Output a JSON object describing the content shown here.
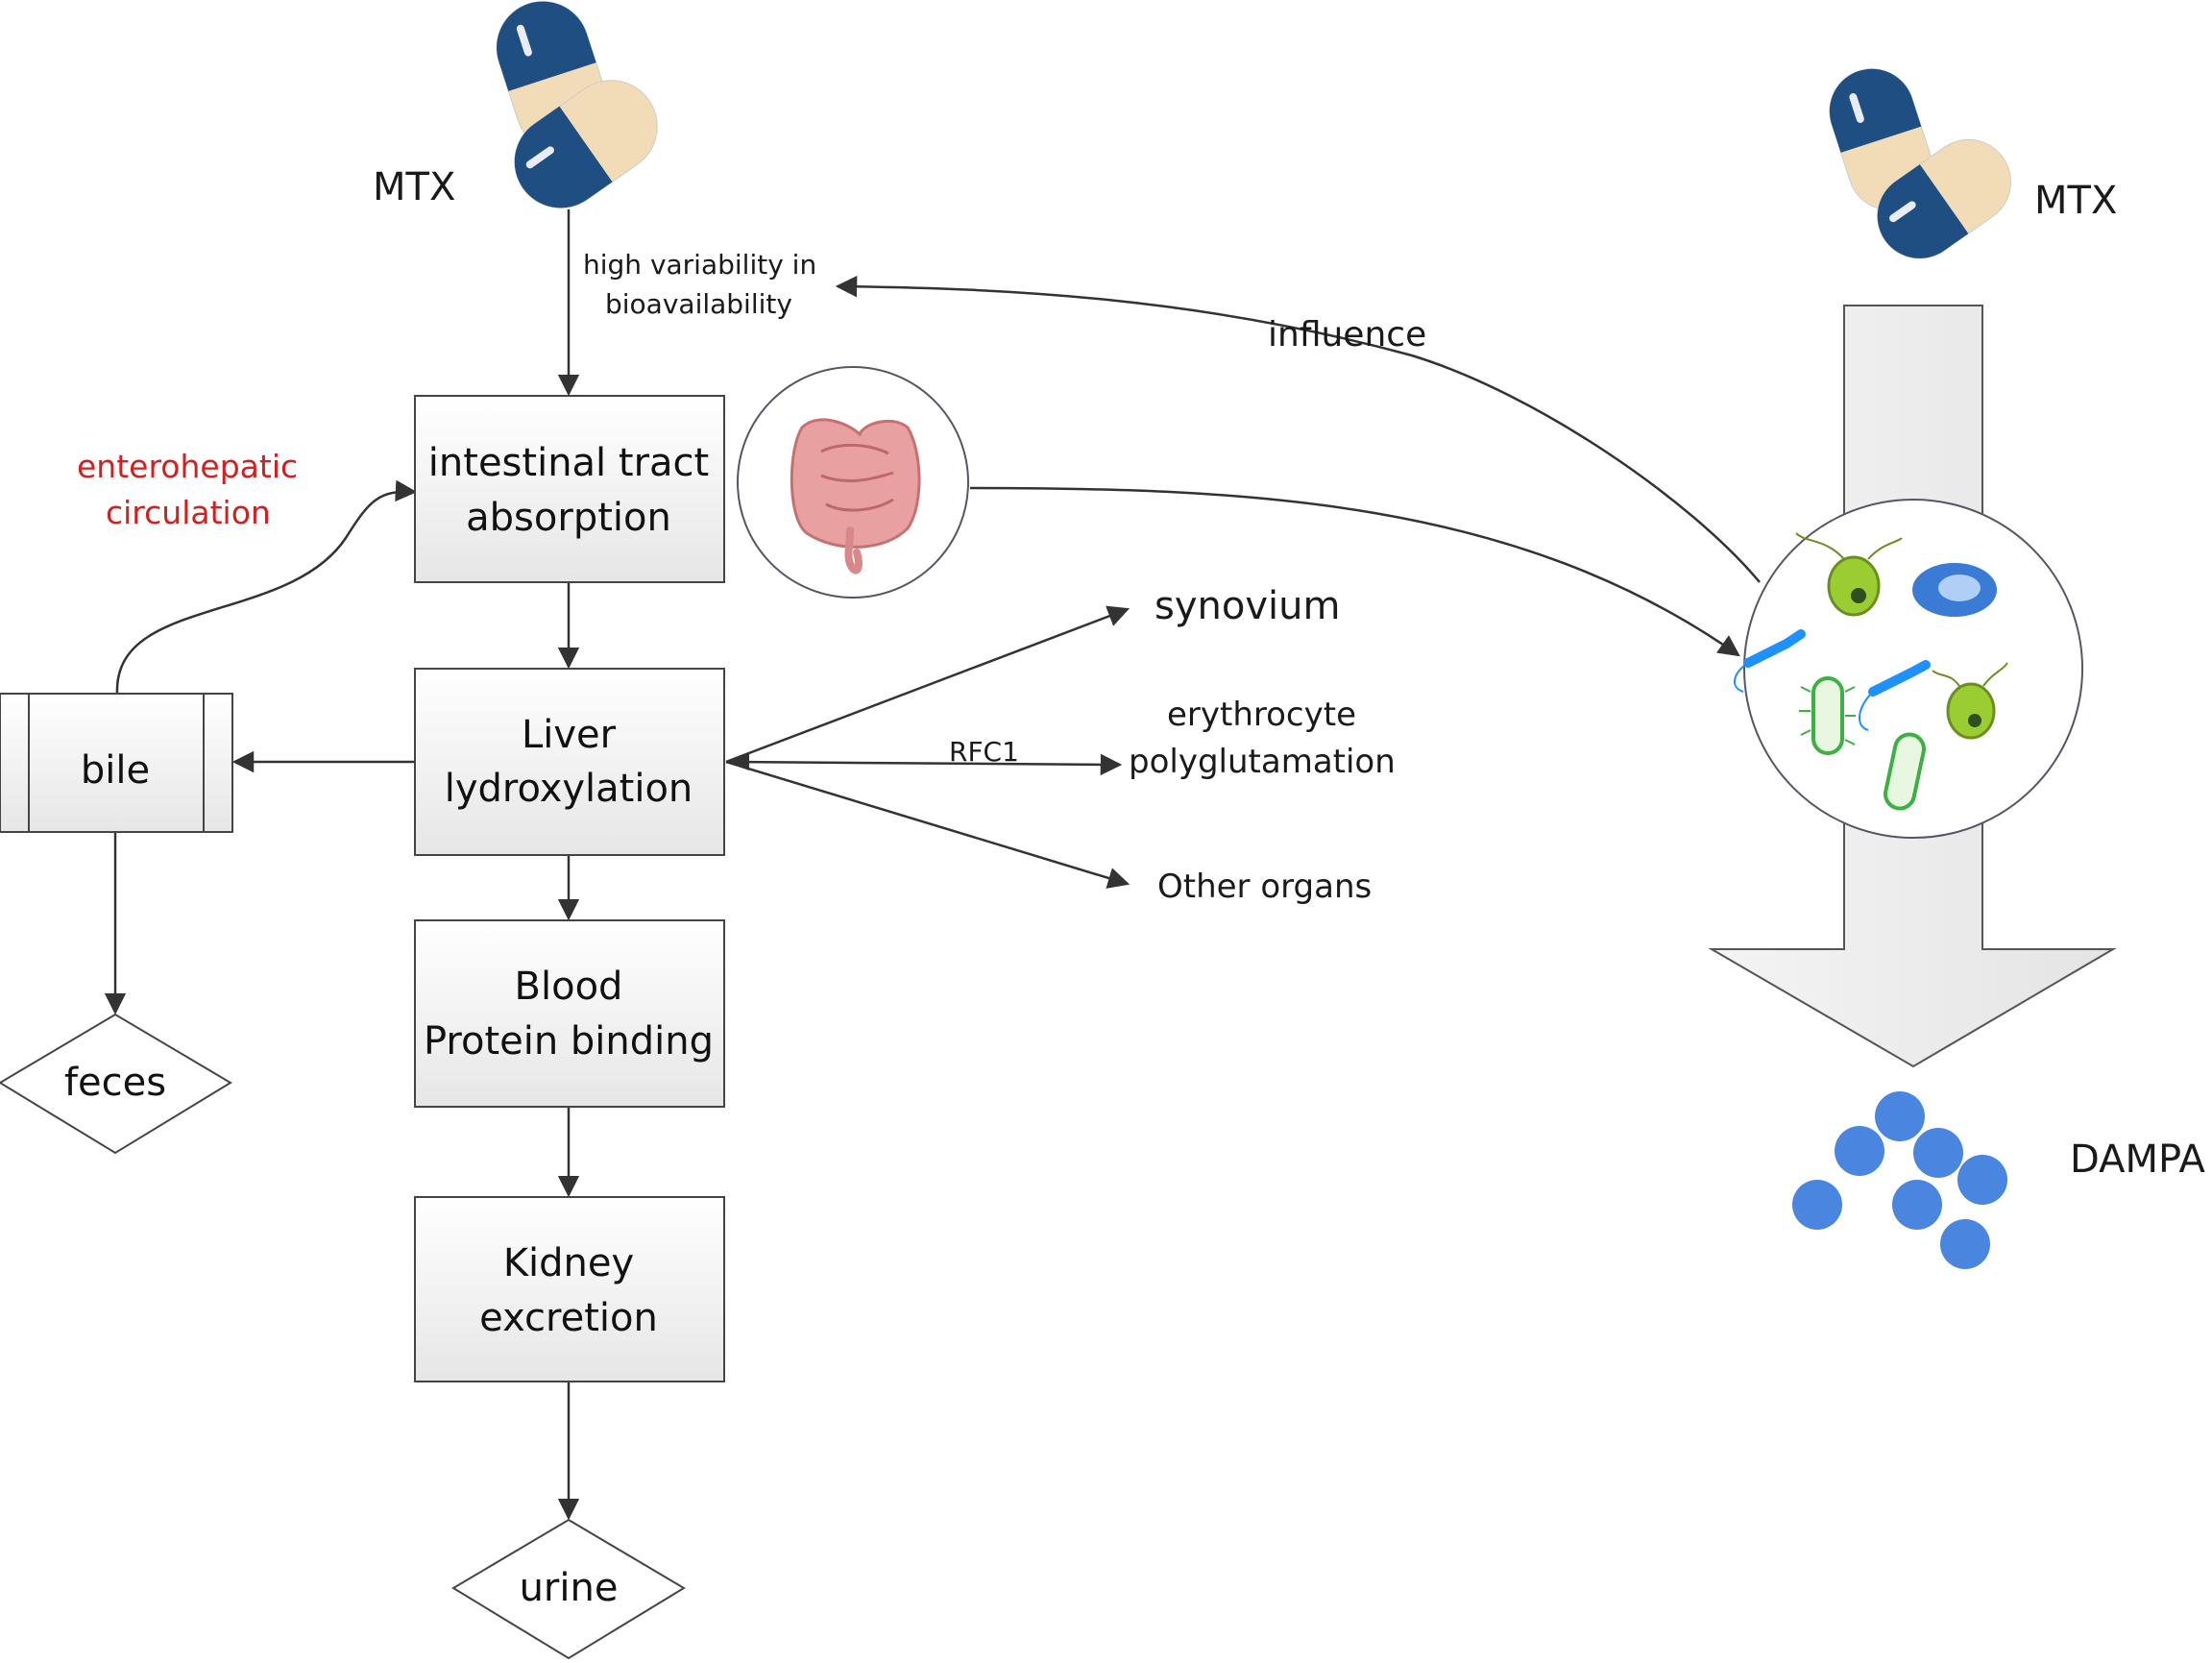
{
  "drug": {
    "left_label": "MTX",
    "right_label": "MTX"
  },
  "annotations": {
    "bioavailability": [
      "high variability in",
      "bioavailability"
    ],
    "influence": "influence",
    "enterohepatic": [
      "enterohepatic",
      "circulation"
    ],
    "rfc1": "RFC1"
  },
  "boxes": {
    "intestinal": [
      "intestinal tract",
      "absorption"
    ],
    "liver": [
      "Liver",
      "lydroxylation"
    ],
    "blood": [
      "Blood",
      "Protein binding"
    ],
    "kidney": [
      "Kidney",
      "excretion"
    ],
    "bile": "bile"
  },
  "terminals": {
    "feces": "feces",
    "urine": "urine"
  },
  "targets": {
    "synovium": "synovium",
    "erythrocyte": [
      "erythrocyte",
      "polyglutamation"
    ],
    "other_organs": "Other organs"
  },
  "product": "DAMPA",
  "colors": {
    "capsule_dark": "#1f4e82",
    "capsule_light": "#f2dcb8",
    "box_fill": "#f1f1f1",
    "arrow": "#333333",
    "red_text": "#d02020",
    "dampa_blue": "#4a86e0"
  },
  "icons": [
    "capsule-icon",
    "intestine-icon",
    "gut-microbiota-icon"
  ]
}
